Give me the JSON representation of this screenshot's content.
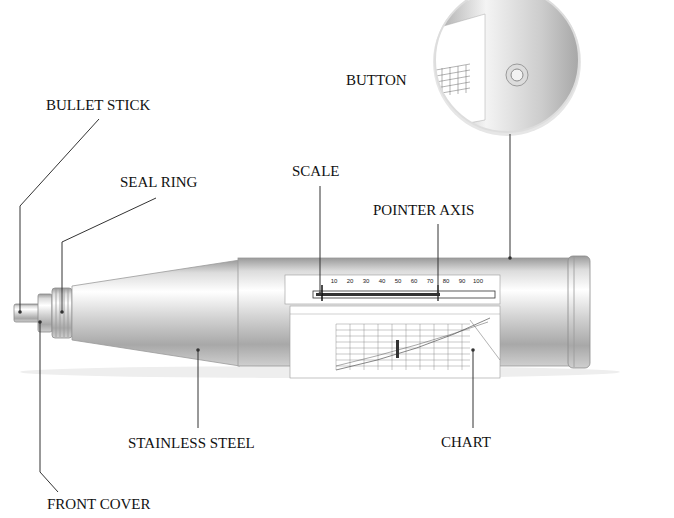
{
  "diagram": {
    "labels": [
      "BUTTON",
      "BULLET STICK",
      "SEAL RING",
      "SCALE",
      "POINTER AXIS",
      "STAINLESS STEEL",
      "CHART",
      "FRONT COVER",
      "10",
      "20",
      "30",
      "40",
      "50",
      "60",
      "70",
      "80",
      "90",
      "100"
    ]
  }
}
